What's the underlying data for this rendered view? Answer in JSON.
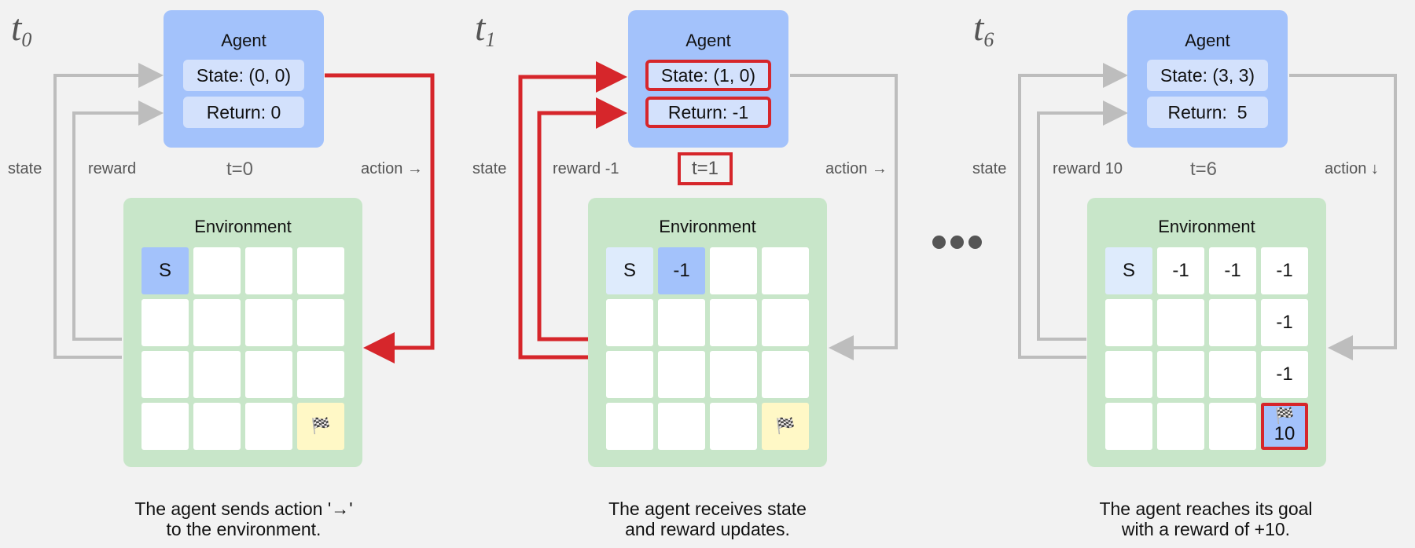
{
  "panels": [
    {
      "time_main": "t",
      "time_sub": "0",
      "agent_title": "Agent",
      "state_text": "State: (0, 0)",
      "return_text": "Return: 0",
      "step_label": "t=0",
      "left_label": "state",
      "reward_label": "reward",
      "action_label": "action →",
      "env_title": "Environment",
      "cells": [
        "S",
        "",
        "",
        "",
        "",
        "",
        "",
        "",
        "",
        "",
        "",
        "",
        "",
        "",
        "",
        "🏁"
      ],
      "caption_line1": "The agent sends action '→'",
      "caption_line2": "to the environment."
    },
    {
      "time_main": "t",
      "time_sub": "1",
      "agent_title": "Agent",
      "state_text": "State: (1, 0)",
      "return_text": "Return: -1",
      "step_label": "t=1",
      "left_label": "state",
      "reward_label": "reward -1",
      "action_label": "action →",
      "env_title": "Environment",
      "cells": [
        "S",
        "-1",
        "",
        "",
        "",
        "",
        "",
        "",
        "",
        "",
        "",
        "",
        "",
        "",
        "",
        "🏁"
      ],
      "caption_line1": "The agent receives state",
      "caption_line2": "and reward updates."
    },
    {
      "time_main": "t",
      "time_sub": "6",
      "agent_title": "Agent",
      "state_text": "State: (3, 3)",
      "return_text": "Return:  5",
      "step_label": "t=6",
      "left_label": "state",
      "reward_label": "reward 10",
      "action_label": "action ↓",
      "env_title": "Environment",
      "cells": [
        "S",
        "-1",
        "-1",
        "-1",
        "",
        "",
        "",
        "-1",
        "",
        "",
        "",
        "-1",
        "",
        "",
        "",
        "🏁"
      ],
      "goal_value": "10",
      "caption_line1": "The agent reaches its goal",
      "caption_line2": "with a reward of +10."
    }
  ],
  "colors": {
    "agent": "#a3c2fb",
    "agent_pill": "#d3e1fc",
    "environment": "#c8e6c9",
    "goal": "#fff8c6",
    "highlight": "#d6262b",
    "inactive_arrow": "#bdbdbd"
  }
}
